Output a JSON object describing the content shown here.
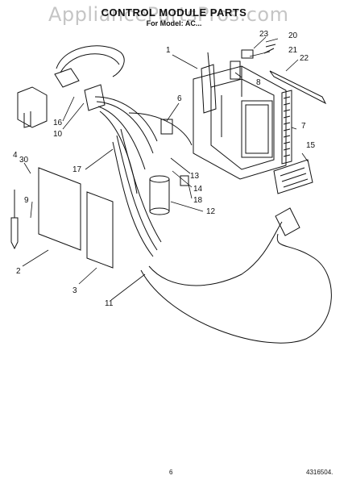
{
  "watermark": "AppliancePartsPros.com",
  "title": "CONTROL MODULE PARTS",
  "subtitle": "For Model: AC...",
  "callouts": {
    "c1": "1",
    "c2": "2",
    "c3": "3",
    "c4": "4",
    "c6": "6",
    "c7": "7",
    "c8": "8",
    "c9": "9",
    "c10": "10",
    "c11": "11",
    "c12": "12",
    "c13": "13",
    "c14": "14",
    "c15": "15",
    "c16": "16",
    "c17": "17",
    "c18": "18",
    "c20": "20",
    "c21": "21",
    "c22": "22",
    "c23": "23",
    "c30": "30"
  },
  "footer": {
    "page_number": "6",
    "doc_code": "4316504."
  }
}
